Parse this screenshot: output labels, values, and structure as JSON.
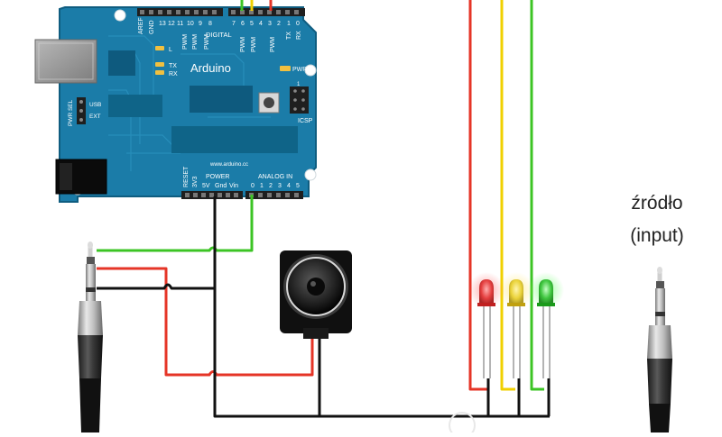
{
  "board": {
    "name": "Arduino",
    "url": "www.arduino.cc",
    "aref": "AREF",
    "gnd": "GND",
    "digital": "DIGITAL",
    "pwm": "PWM",
    "tx": "TX",
    "rx": "RX",
    "l": "L",
    "pwr": "PWR",
    "pwr_sel": "PWR SEL",
    "usb": "USB",
    "ext": "EXT",
    "icsp": "ICSP",
    "reset": "RESET",
    "v33": "3V3",
    "power": "POWER",
    "v5": "5V",
    "gnd2": "Gnd",
    "vin": "Vin",
    "analog_in": "ANALOG IN",
    "digital_pins": [
      "13",
      "12",
      "11",
      "10",
      "9",
      "8",
      "7",
      "6",
      "5",
      "4",
      "3",
      "2",
      "1",
      "0"
    ],
    "analog_pins": [
      "0",
      "1",
      "2",
      "3",
      "4",
      "5"
    ]
  },
  "labels": {
    "source_line1": "źródło",
    "source_line2": "(input)"
  },
  "colors": {
    "board": "#1a7ba6",
    "wire_red": "#e53527",
    "wire_yellow": "#f0d000",
    "wire_green": "#3cc424",
    "wire_black": "#111111",
    "led_red": "#ff3b3b",
    "led_yellow": "#f5e14a",
    "led_green": "#35d24a"
  }
}
